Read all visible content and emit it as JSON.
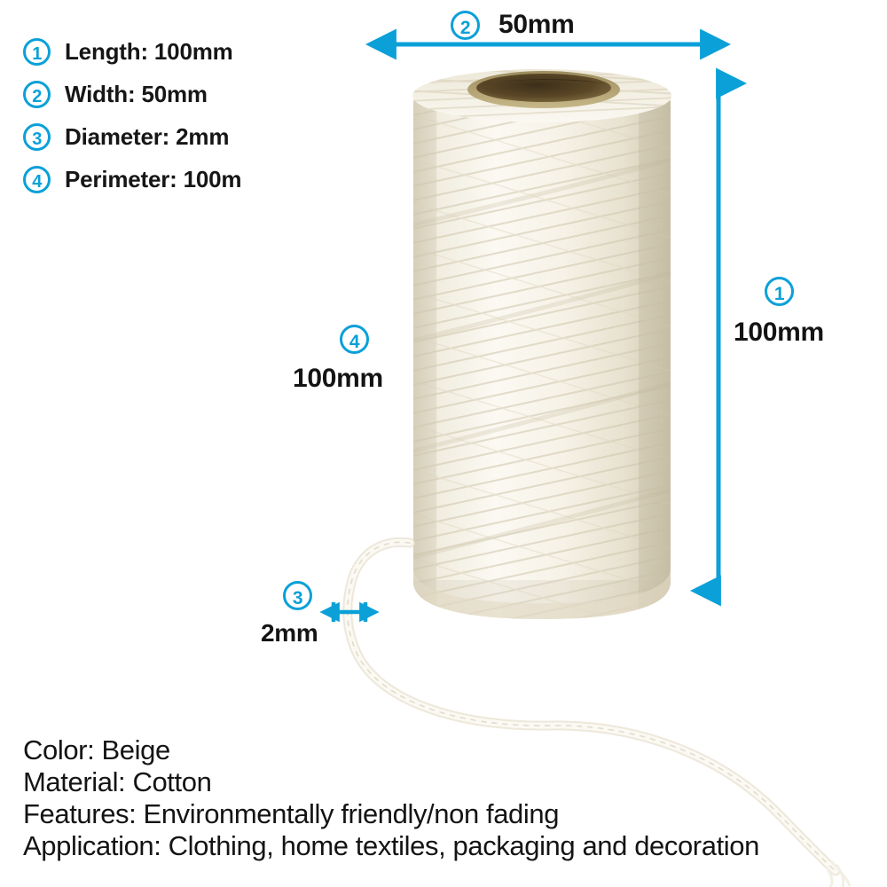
{
  "legend": {
    "items": [
      {
        "number": "1",
        "label": "Length: 100mm"
      },
      {
        "number": "2",
        "label": "Width: 50mm"
      },
      {
        "number": "3",
        "label": "Diameter: 2mm"
      },
      {
        "number": "4",
        "label": "Perimeter: 100m"
      }
    ]
  },
  "dimensions": {
    "width": {
      "number": "2",
      "value": "50mm"
    },
    "height": {
      "number": "1",
      "value": "100mm"
    },
    "perimeter": {
      "number": "4",
      "value": "100mm"
    },
    "diameter": {
      "number": "3",
      "value": "2mm"
    }
  },
  "specs": {
    "lines": [
      "Color: Beige",
      "Material: Cotton",
      "Features: Environmentally friendly/non fading",
      "Application: Clothing, home textiles, packaging and decoration"
    ]
  },
  "colors": {
    "accent": "#0BA0D8",
    "text": "#141414",
    "background": "#FFFFFF",
    "cord_light": "#F4F1E6",
    "cord_mid": "#E6E0CD",
    "cord_shadow": "#CFC8B2",
    "core_dark": "#4A3A21",
    "core_mid": "#8C7A4E"
  },
  "product": {
    "name": "cotton-twine-spool"
  }
}
